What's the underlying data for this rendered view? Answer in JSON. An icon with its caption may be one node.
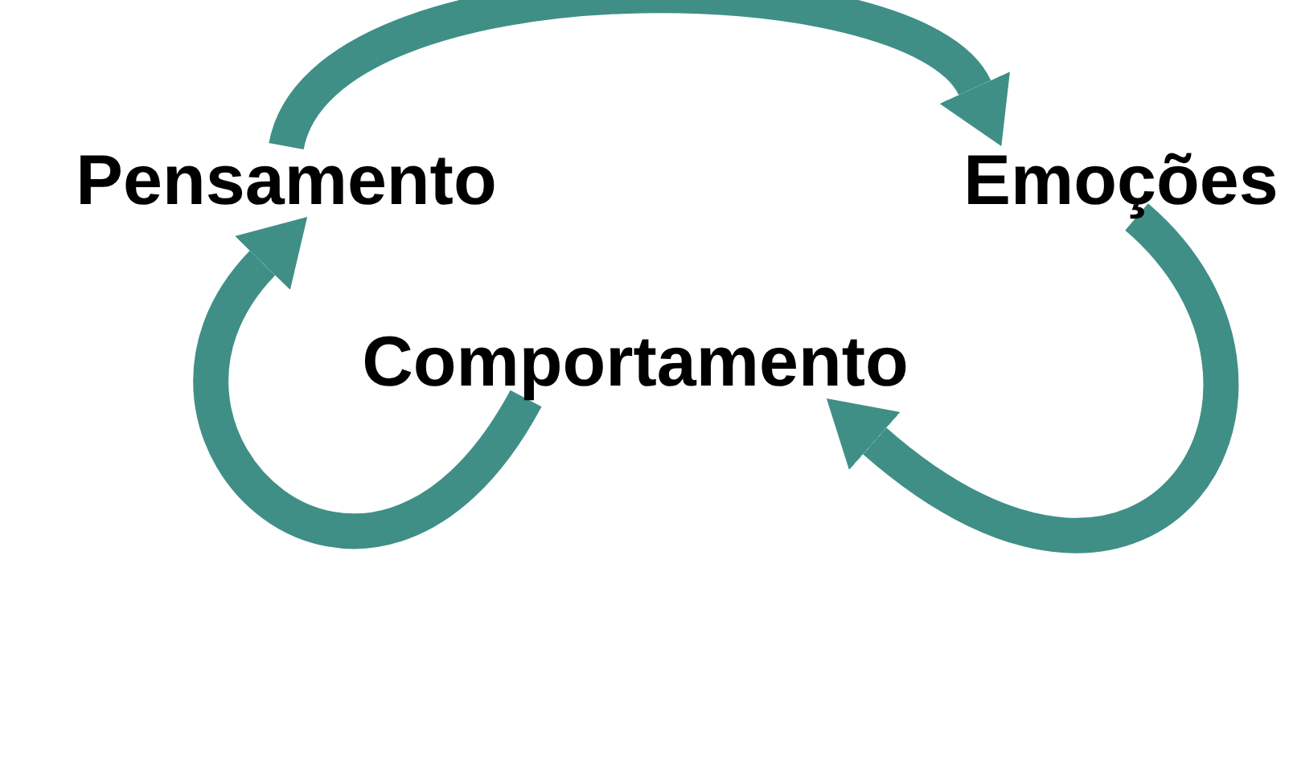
{
  "diagram": {
    "nodes": [
      {
        "text": [
          "Pensamento"
        ]
      },
      {
        "text": [
          "Emoções"
        ]
      },
      {
        "text": [
          "Comportamento"
        ]
      }
    ],
    "edges": [
      {
        "from": 0,
        "to": 1,
        "arrow": "to"
      },
      {
        "from": 1,
        "to": 2,
        "arrow": "to"
      },
      {
        "from": 2,
        "to": 0,
        "arrow": "to"
      }
    ]
  }
}
